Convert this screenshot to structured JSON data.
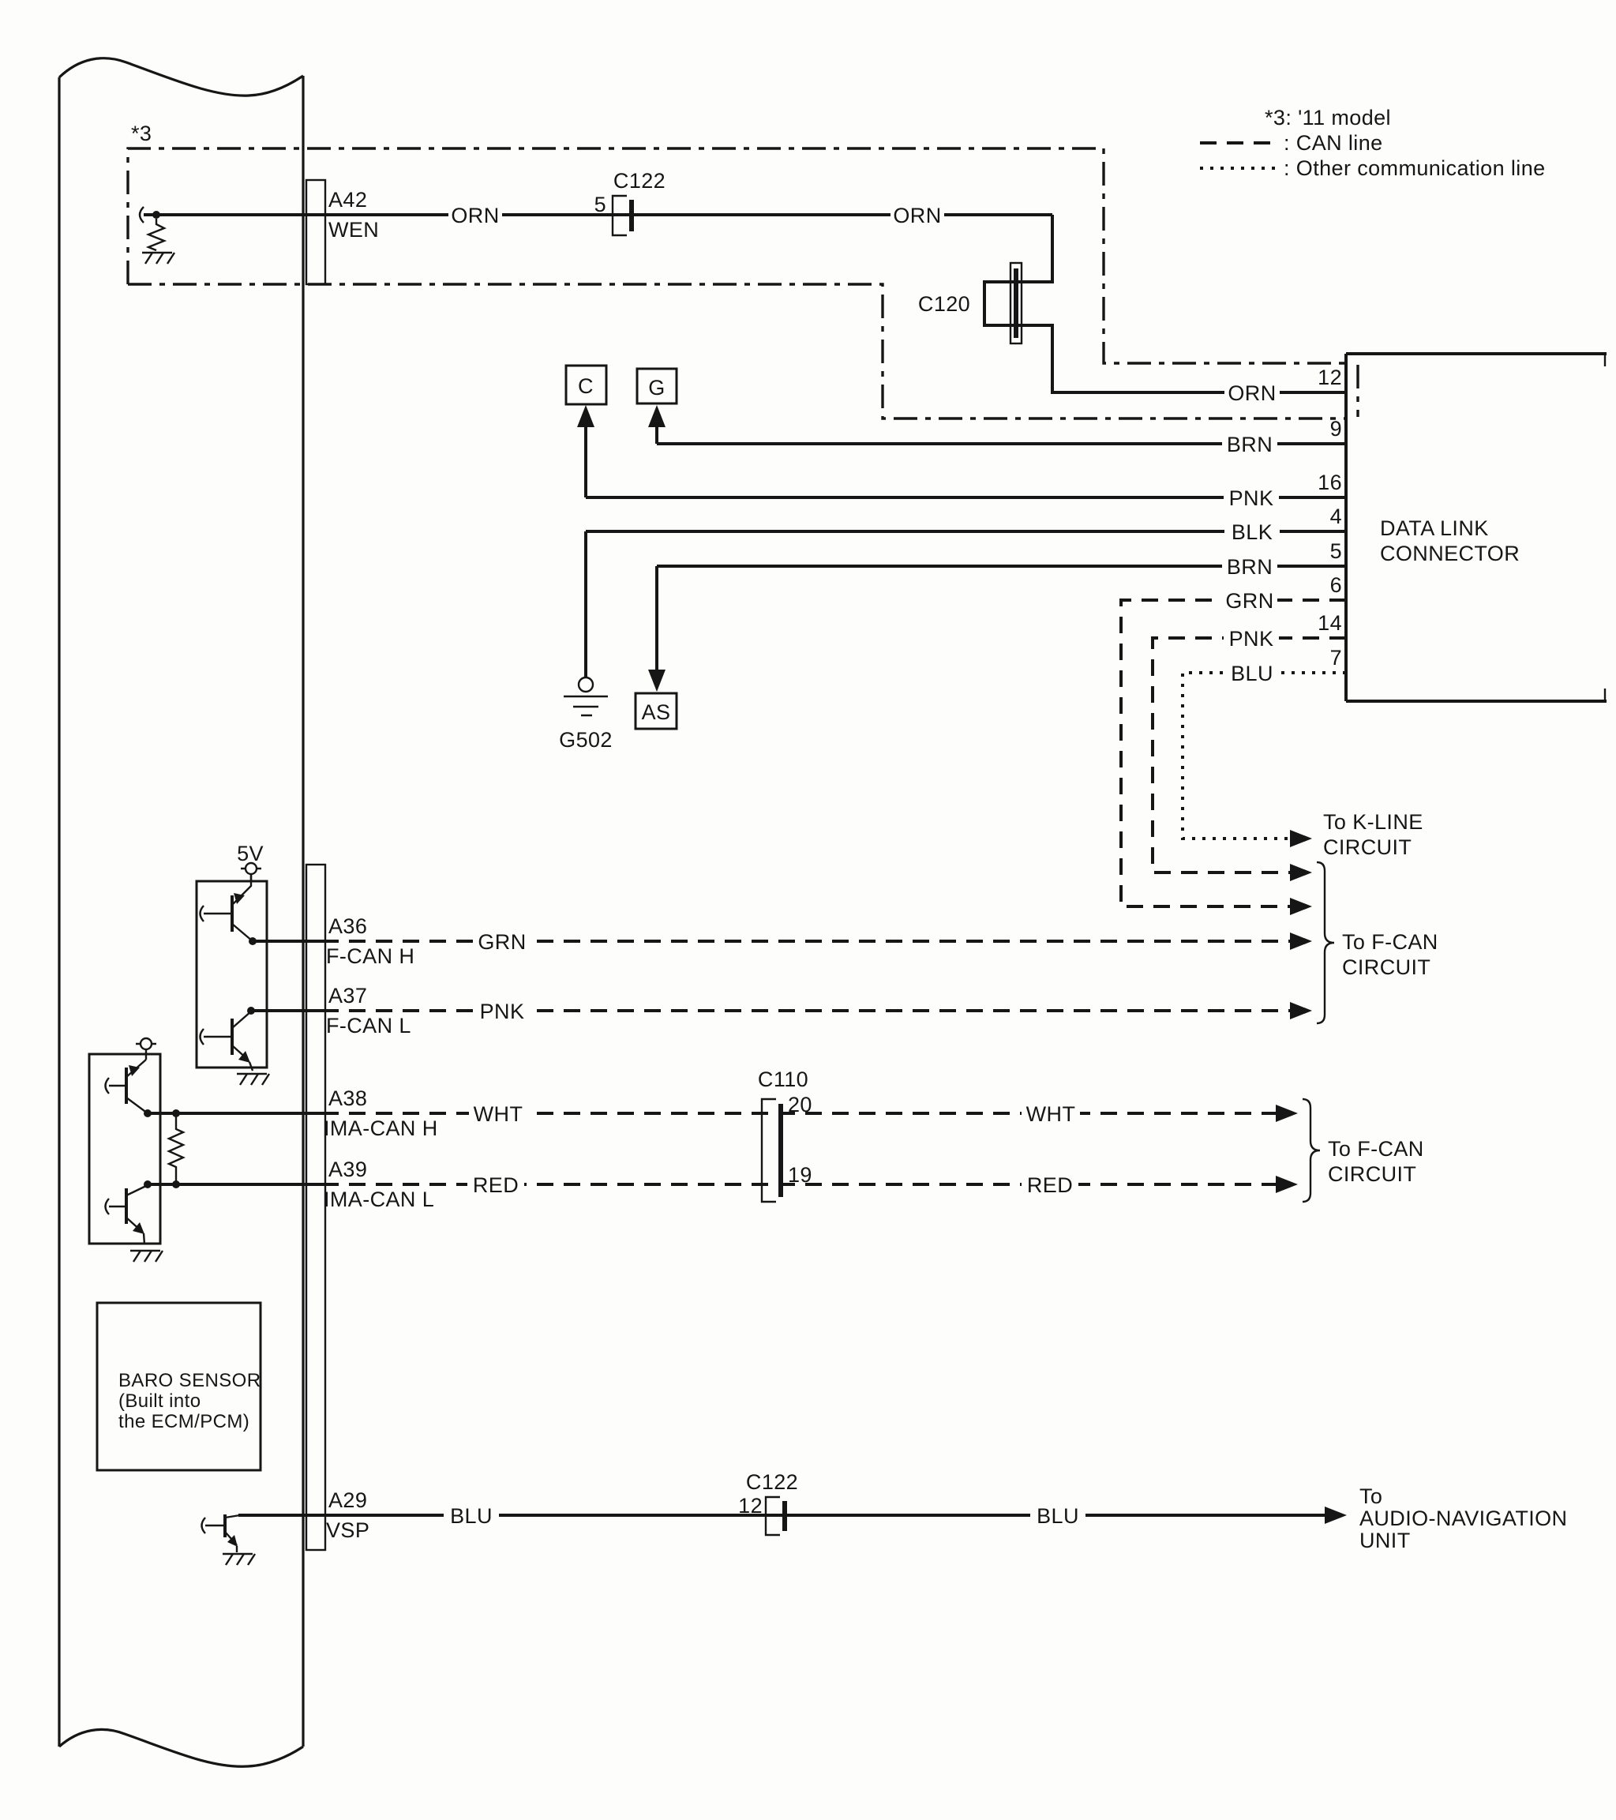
{
  "legend": {
    "note": "*3: '11 model",
    "can": ": CAN line",
    "other": ": Other communication line"
  },
  "marks": {
    "star3": "*3",
    "v5": "5V",
    "c": "C",
    "g": "G",
    "as": "AS",
    "g502": "G502"
  },
  "ecm_pins": {
    "a42": {
      "id": "A42",
      "name": "WEN"
    },
    "a36": {
      "id": "A36",
      "name": "F-CAN H"
    },
    "a37": {
      "id": "A37",
      "name": "F-CAN L"
    },
    "a38": {
      "id": "A38",
      "name": "IMA-CAN H"
    },
    "a39": {
      "id": "A39",
      "name": "IMA-CAN L"
    },
    "a29": {
      "id": "A29",
      "name": "VSP"
    }
  },
  "baro": {
    "l1": "BARO SENSOR",
    "l2": "(Built into",
    "l3": "the ECM/PCM)"
  },
  "connectors": {
    "c122_top": {
      "name": "C122",
      "pin": "5"
    },
    "c120": {
      "name": "C120"
    },
    "c110": {
      "name": "C110",
      "pin_top": "20",
      "pin_bottom": "19"
    },
    "c122_bottom": {
      "name": "C122",
      "pin": "12"
    }
  },
  "dlc": {
    "title1": "DATA LINK",
    "title2": "CONNECTOR",
    "pins": [
      {
        "num": "12",
        "color": "ORN"
      },
      {
        "num": "9",
        "color": "BRN"
      },
      {
        "num": "16",
        "color": "PNK"
      },
      {
        "num": "4",
        "color": "BLK"
      },
      {
        "num": "5",
        "color": "BRN"
      },
      {
        "num": "6",
        "color": "GRN"
      },
      {
        "num": "14",
        "color": "PNK"
      },
      {
        "num": "7",
        "color": "BLU"
      }
    ]
  },
  "wire_labels": {
    "a42_left": "ORN",
    "a42_right": "ORN",
    "a36": "GRN",
    "a37": "PNK",
    "a38_left": "WHT",
    "a38_right": "WHT",
    "a39_left": "RED",
    "a39_right": "RED",
    "a29_left": "BLU",
    "a29_right": "BLU"
  },
  "dest": {
    "kline1": "To K-LINE",
    "kline2": "CIRCUIT",
    "fcan1a": "To F-CAN",
    "fcan1b": "CIRCUIT",
    "fcan2a": "To F-CAN",
    "fcan2b": "CIRCUIT",
    "audio1": "To",
    "audio2": "AUDIO-NAVIGATION",
    "audio3": "UNIT"
  }
}
